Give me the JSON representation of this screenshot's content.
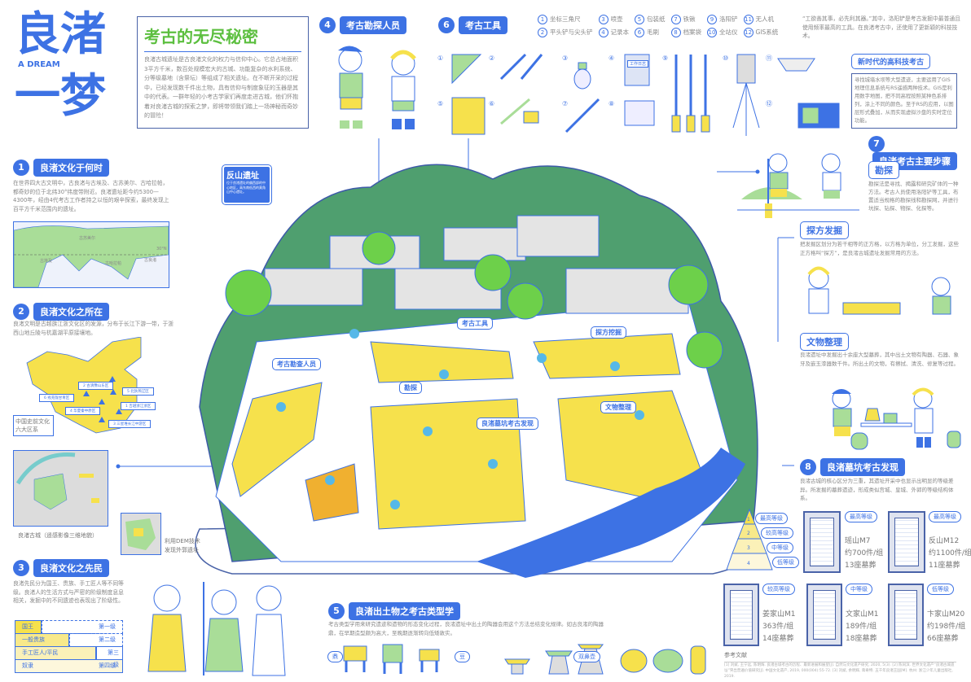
{
  "logo": {
    "title_line1": "良渚",
    "title_line2": "一梦",
    "subtitle": "A DREAM"
  },
  "intro": {
    "heading": "考古的无尽秘密",
    "body": "良渚古城遗址是古良渚文化的权力与信仰中心。它总占地面积3平方千米，数百处规模宏大的古城、功能复杂的水利系统、分等级墓地（含祭坛）等组成了相关遗址。在不断开采的过程中，已经发现数千件出土物，具有信仰与制度象征的玉器是其中的代表。一群年轻的小考古学家们再度走进古城，他们怀抱着对良渚古城的探索之梦，即将带领我们踏上一场神秘而奇妙的冒险！"
  },
  "sections": {
    "s1": {
      "num": "1",
      "title": "良渚文化于何时",
      "body": "在世界四大古文明中，古良渚与古埃及、古苏美尔、古哈拉帕，都奇妙的位于北纬30°纬度带附近。良渚遗址距今约5300—4300年，经由4代考古工作者持之以恒的艰辛探索，最终发现上百平方千米范围内的遗址。",
      "map_labels": [
        "古苏美尔",
        "古埃及",
        "古哈拉帕",
        "古良渚",
        "30°N"
      ]
    },
    "s2": {
      "num": "2",
      "title": "良渚文化之所在",
      "body": "良渚文明是古越族江浙文化区的发源，分布于长江下游一带，于浙西山地丘陵与杭嘉湖平原接壤地。",
      "regions": [
        "1 吉越浙江浙区",
        "2 古滇豫山东区",
        "3 三星堆长江中游区",
        "4 华夏秦中原区",
        "5 北狄燕辽区",
        "6 戎羌陇甘青区"
      ],
      "china_caption": "中国史前文化六大区系",
      "map_caption": "良渚古城（遥感影像三维地貌）",
      "dem_caption_1": "利用DEM技术",
      "dem_caption_2": "发现外郭遗址"
    },
    "s3": {
      "num": "3",
      "title": "良渚文化之先民",
      "body": "良渚先民分为国王、贵族、手工匠人等不同等级。良渚人的生活方式与严密的阶级制度息息相关，发掘中的不同遗迹也表现出了阶级性。",
      "levels": [
        {
          "name": "国王",
          "rank": "第一级"
        },
        {
          "name": "一般贵族",
          "rank": "第二级"
        },
        {
          "name": "手工匠人/平民",
          "rank": "第三级"
        },
        {
          "name": "奴隶",
          "rank": "第四级"
        }
      ]
    },
    "s4": {
      "num": "4",
      "title": "考古勘探人员"
    },
    "s5": {
      "num": "5",
      "title": "良渚出土物之考古类型学",
      "body": "考古类型学用来研究遗迹和遗物的形态变化过程，良渚遗址中出土的陶器会用这个方法总结变化规律。如古良渚的陶器鼎，在早期造型颇为高大，至晚期逐渐转向低矮敦实。",
      "types": [
        "鼎",
        "豆",
        "双鼻壶"
      ]
    },
    "s6": {
      "num": "6",
      "title": "考古工具",
      "tools": [
        "坐标三角尺",
        "平头铲与尖头铲",
        "喷壶",
        "记录本",
        "包装纸",
        "毛刷",
        "铁锹",
        "档案袋",
        "洛阳铲",
        "全站仪",
        "无人机",
        "GIS系统"
      ],
      "notebook_label": "工作日志",
      "quote": "“工欲善其事，必先利其器。”其中，洛阳铲是考古发掘中最普通且使用频率最高的工具。在良渚考古中，还使用了更新颖的科技技术。",
      "hitech_title": "新时代的高科技考古",
      "hitech_body": "寻找城墙水坝等大型遗迹，主要运用了GIS地理信息系统与RS遥感两种技术。GIS是利用数字地图，把不同高程按照某种色系排列，涂上不同的颜色。至于RS的应用，以图层形式叠加，从而实现虚拟沙盘的实时定位功能。"
    },
    "s7": {
      "num": "7",
      "title": "良渚考古主要步骤",
      "steps": [
        {
          "title": "勘探",
          "body": "勘探法是寻找、揭露和研究矿体的一种方法。考古人员使用洛阳铲等工具，布置适当规格的勘探线和勘探网，并进行坑探、钻探、物探、化探等。"
        },
        {
          "title": "探方发掘",
          "body": "把发掘区划分为若干相等的正方格，以方格为单位，分工发掘，这些正方格叫“探方”，是良渚古城遗址发掘常用的方法。"
        },
        {
          "title": "文物整理",
          "body": "良渚遗址中发掘出十余座大型墓葬，其中出土文物有陶器、石器、象牙及嵌玉漆器数千件。所出土的文物，有擦拭、清洗、修复等过程。"
        }
      ]
    },
    "s8": {
      "num": "8",
      "title": "良渚墓坑考古发现",
      "body": "良渚古城的核心区分为三重，其遗址开采中也显示出明显的等级差异。所发掘的墓葬遗迹，形成类似宫城、皇城、外郭的等级结构体系。",
      "pyramid": [
        {
          "n": "1",
          "label": "最高等级"
        },
        {
          "n": "2",
          "label": "较高等级"
        },
        {
          "n": "3",
          "label": "中等级"
        },
        {
          "n": "4",
          "label": "低等级"
        }
      ],
      "tombs": [
        {
          "name": "瑶山M7",
          "count": "约700件/组",
          "graves": "13座墓葬",
          "level": "最高等级"
        },
        {
          "name": "反山M12",
          "count": "约1100件/组",
          "graves": "11座墓葬",
          "level": "最高等级"
        },
        {
          "name": "姜家山M1",
          "count": "363件/组",
          "graves": "14座墓葬",
          "level": "较高等级"
        },
        {
          "name": "文家山M1",
          "count": "189件/组",
          "graves": "18座墓葬",
          "level": "中等级"
        },
        {
          "name": "卞家山M20",
          "count": "约198件/组",
          "graves": "66座墓葬",
          "level": "低等级"
        }
      ]
    }
  },
  "scene": {
    "sign_title": "反山遗址",
    "sign_body": "位于良渚遗址的偏西部的中心地区，高东南低西的莫角山中心遗址。",
    "labels": [
      "考古工具",
      "探方挖掘",
      "考古勘查人员",
      "勘探",
      "文物整理",
      "良渚墓坑考古发现"
    ]
  },
  "refs": {
    "title": "参考文献",
    "body": "[1] 刘斌, 王宁远, 陈明辉. 良渚古城考古的历程、最新进展和展望[J]. 自然与文化遗产研究, 2020, 5(3). [2] 陈同滨. 世界文化遗产“良渚古城遗址”突出普遍价值研究[J]. 中国文化遗产, 2019, 000(004):55-72. [3] 刘斌, 余明辉, 蒋奇特. 五千年良渚王国[M]. 杭州: 浙江少年儿童出版社, 2019."
  },
  "colors": {
    "blue": "#3d72e4",
    "green": "#5cbf3f",
    "lightgreen": "#a9dd98",
    "darkgreen": "#4f9f6f",
    "yellow": "#f6e14c"
  }
}
